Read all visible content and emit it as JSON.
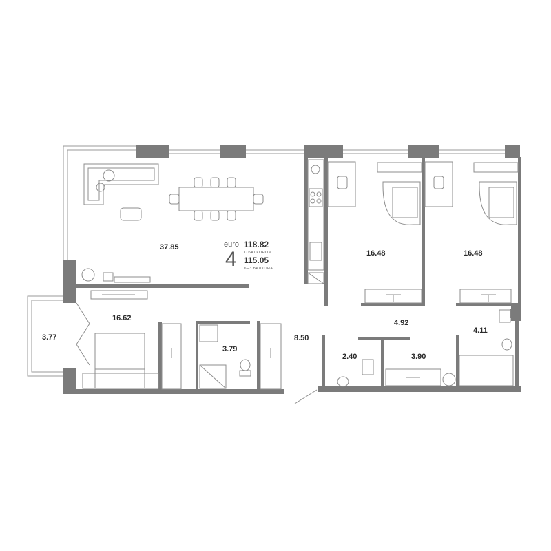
{
  "summary": {
    "brand": "euro",
    "rooms": "4",
    "area_with_balcony": "118.82",
    "with_balcony_label": "С БАЛКОНОМ",
    "area_without_balcony": "115.05",
    "without_balcony_label": "БЕЗ БАЛКОНА"
  },
  "rooms": {
    "living_kitchen": "37.85",
    "bedroom_1": "16.48",
    "bedroom_2": "16.48",
    "master_bedroom": "16.62",
    "balcony": "3.77",
    "bathroom_1": "3.79",
    "hallway": "8.50",
    "corridor": "4.92",
    "bathroom_2": "4.11",
    "wc": "2.40",
    "storage": "3.90"
  }
}
